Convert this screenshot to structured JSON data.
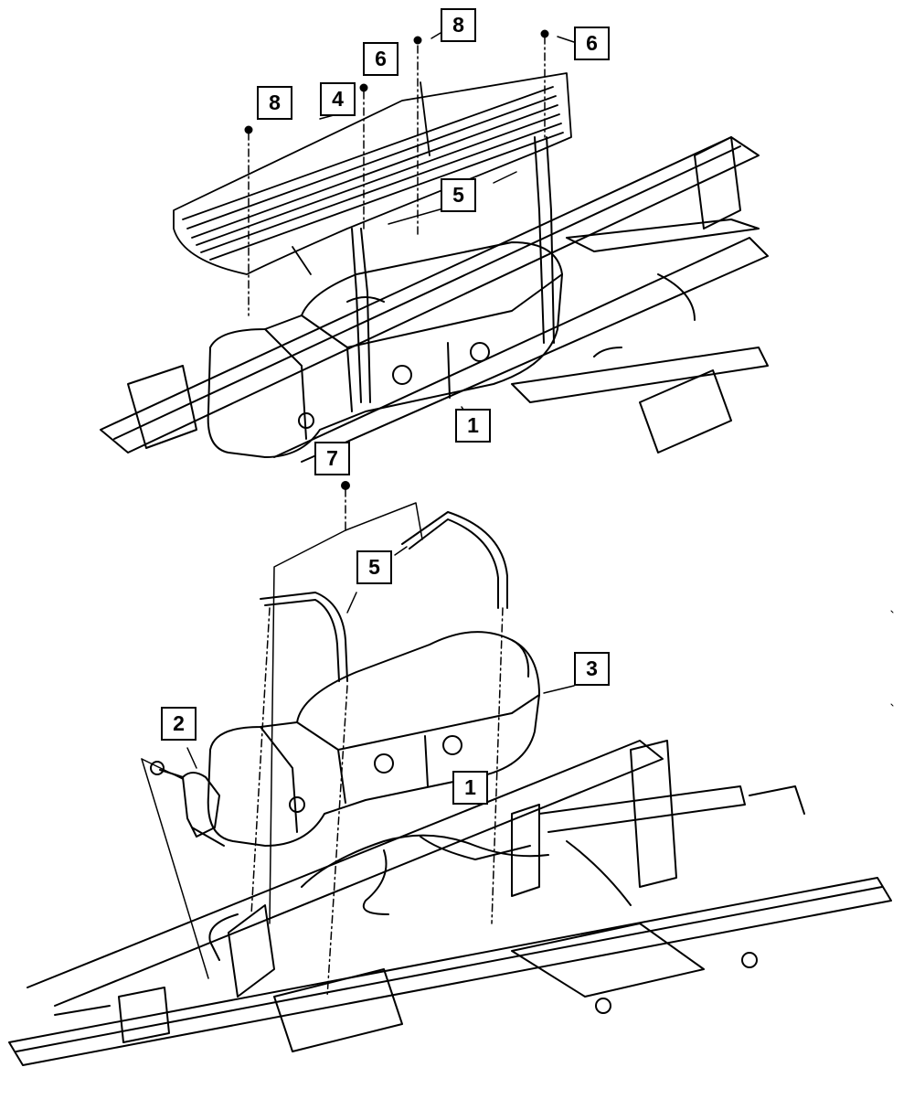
{
  "callouts": {
    "top_eight_right": "8",
    "top_six_left": "6",
    "top_six_right": "6",
    "top_eight_left": "8",
    "top_four": "4",
    "top_five": "5",
    "top_one": "1",
    "mid_seven": "7",
    "bottom_five": "5",
    "bottom_three": "3",
    "bottom_two": "2",
    "bottom_one": "1"
  }
}
